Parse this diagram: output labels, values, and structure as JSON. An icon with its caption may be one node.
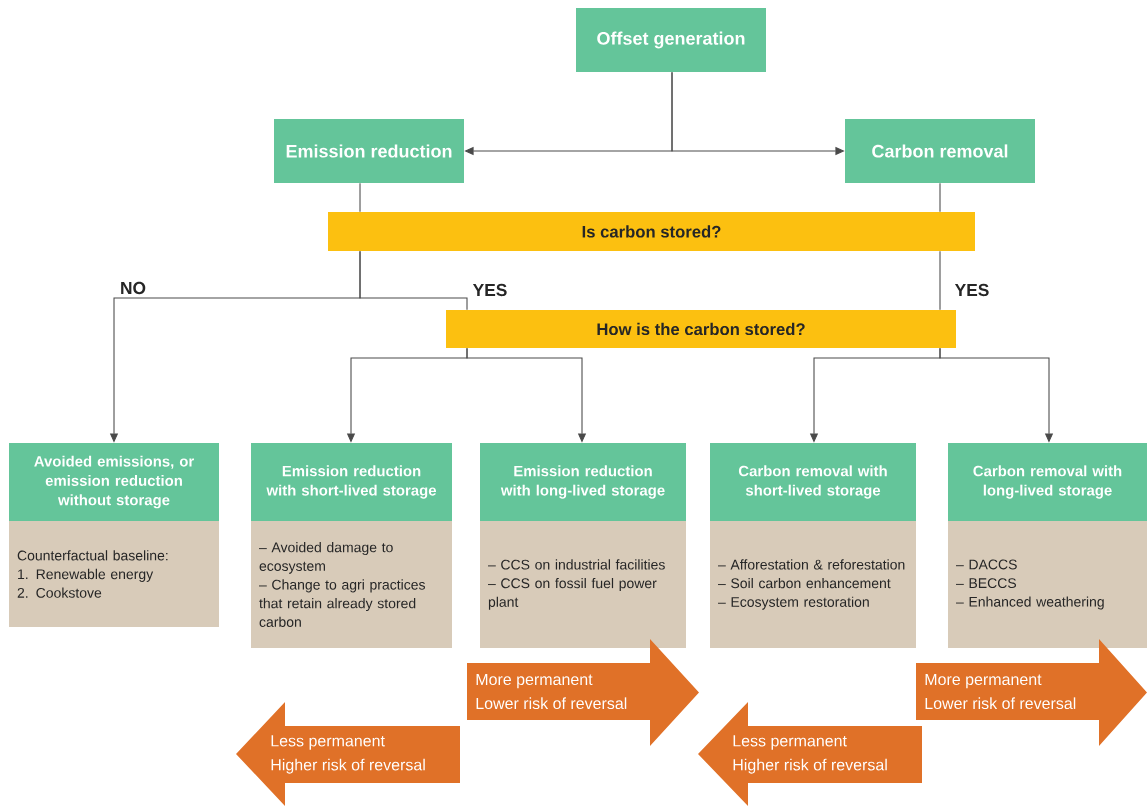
{
  "diagram": {
    "nodes": [
      {
        "text": [
          "Offset generation"
        ]
      },
      {
        "text": [
          "Emission reduction"
        ]
      },
      {
        "text": [
          "Carbon removal"
        ]
      },
      {
        "text": [
          "Is carbon stored?"
        ]
      },
      {
        "text": [
          "How is the carbon stored?"
        ]
      },
      {
        "text": [
          "Avoided emissions, or emission reduction without storage",
          "Counterfactual baseline:",
          "1. Renewable energy",
          "2. Cookstove"
        ]
      },
      {
        "text": [
          "Emission reduction with short-lived storage",
          "– Avoided damage to ecosystem",
          "– Change to agri practices that retain already stored carbon"
        ]
      },
      {
        "text": [
          "Emission reduction with long-lived storage",
          "– CCS on industrial facilities",
          "– CCS on fossil fuel power plant"
        ]
      },
      {
        "text": [
          "Carbon removal with short-lived storage",
          "– Afforestation & reforestation",
          "– Soil carbon enhancement",
          "– Ecosystem restoration"
        ]
      },
      {
        "text": [
          "Carbon removal with long-lived storage",
          "– DACCS",
          "– BECCS",
          "– Enhanced weathering"
        ]
      },
      {
        "text": [
          "Less permanent",
          "Higher risk of reversal"
        ]
      },
      {
        "text": [
          "More permanent",
          "Lower risk of reversal"
        ]
      },
      {
        "text": [
          "Less permanent",
          "Higher risk of reversal"
        ]
      },
      {
        "text": [
          "More permanent",
          "Lower risk of reversal"
        ]
      }
    ],
    "edges": [
      {
        "from": 0,
        "to": 1,
        "arrow": "to"
      },
      {
        "from": 0,
        "to": 2,
        "arrow": "to"
      },
      {
        "from": 1,
        "to": 3,
        "arrow": "none"
      },
      {
        "from": 2,
        "to": 3,
        "arrow": "none"
      },
      {
        "from": 3,
        "to": 5,
        "arrow": "to",
        "label": "NO"
      },
      {
        "from": 3,
        "to": 4,
        "arrow": "none",
        "label": "YES"
      },
      {
        "from": 3,
        "to": 4,
        "arrow": "none",
        "label": "YES"
      },
      {
        "from": 4,
        "to": 6,
        "arrow": "to"
      },
      {
        "from": 4,
        "to": 7,
        "arrow": "to"
      },
      {
        "from": 4,
        "to": 8,
        "arrow": "to"
      },
      {
        "from": 4,
        "to": 9,
        "arrow": "to"
      }
    ]
  }
}
